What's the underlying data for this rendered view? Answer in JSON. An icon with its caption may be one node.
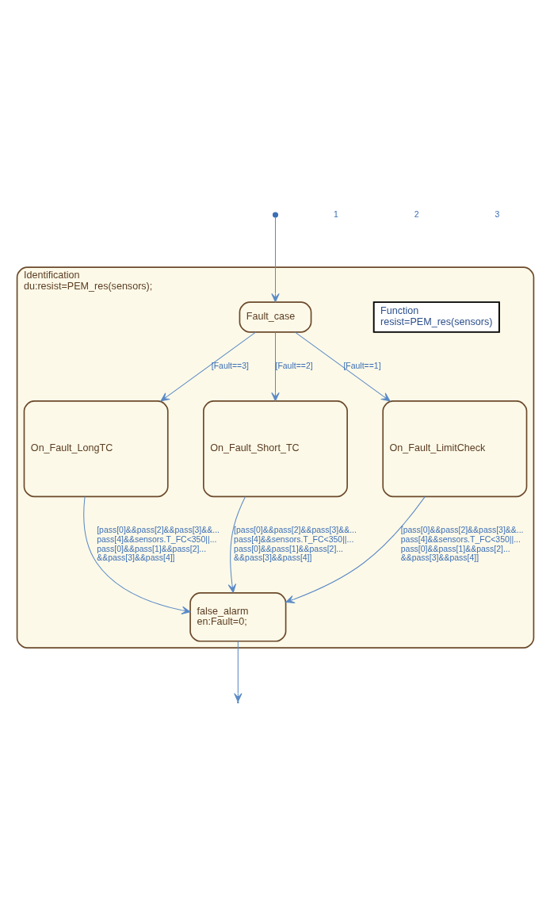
{
  "diagram": {
    "nodes": [
      {
        "text": [
          "Identification",
          "du:resist=PEM_res(sensors);"
        ]
      },
      {
        "text": [
          "Function",
          "resist=PEM_res(sensors)"
        ],
        "in": 0
      },
      {
        "text": [
          "On_Fault_LongTC"
        ],
        "in": 0
      },
      {
        "text": [
          "On_Fault_Short_TC"
        ],
        "in": 0
      },
      {
        "text": [
          "On_Fault_LimitCheck"
        ],
        "in": 0
      },
      {
        "text": [
          "false_alarm",
          "en:Fault=0;"
        ],
        "in": 0
      },
      {
        "text": [
          "Fault_case"
        ],
        "in": 0
      }
    ],
    "edges": [
      {
        "from": null,
        "to": 6,
        "arrow": "to"
      },
      {
        "from": 6,
        "to": 4,
        "arrow": "to",
        "label": "[Fault==1]"
      },
      {
        "from": 6,
        "to": 3,
        "arrow": "to",
        "label": "[Fault==2]"
      },
      {
        "from": 6,
        "to": 2,
        "arrow": "to",
        "label": "[Fault==3]"
      },
      {
        "from": 2,
        "to": 5,
        "arrow": "to",
        "label": "[pass[0]&&pass[2]&&pass[3]&&... pass[4]&&sensors.T_FC<350||... pass[0]&&pass[1]&&pass[2]... &&pass[3]&&pass[4]]"
      },
      {
        "from": 3,
        "to": 5,
        "arrow": "to",
        "label": "[pass[0]&&pass[2]&&pass[3]&&... pass[4]&&sensors.T_FC<350||... pass[0]&&pass[1]&&pass[2]... &&pass[3]&&pass[4]]"
      },
      {
        "from": 4,
        "to": 5,
        "arrow": "to",
        "label": "[pass[0]&&pass[2]&&pass[3]&&... pass[4]&&sensors.T_FC<350||... pass[0]&&pass[1]&&pass[2]... &&pass[3]&&pass[4]]"
      },
      {
        "from": 5,
        "to": null,
        "arrow": "to"
      }
    ],
    "labels": [
      "1",
      "2",
      "3"
    ]
  }
}
